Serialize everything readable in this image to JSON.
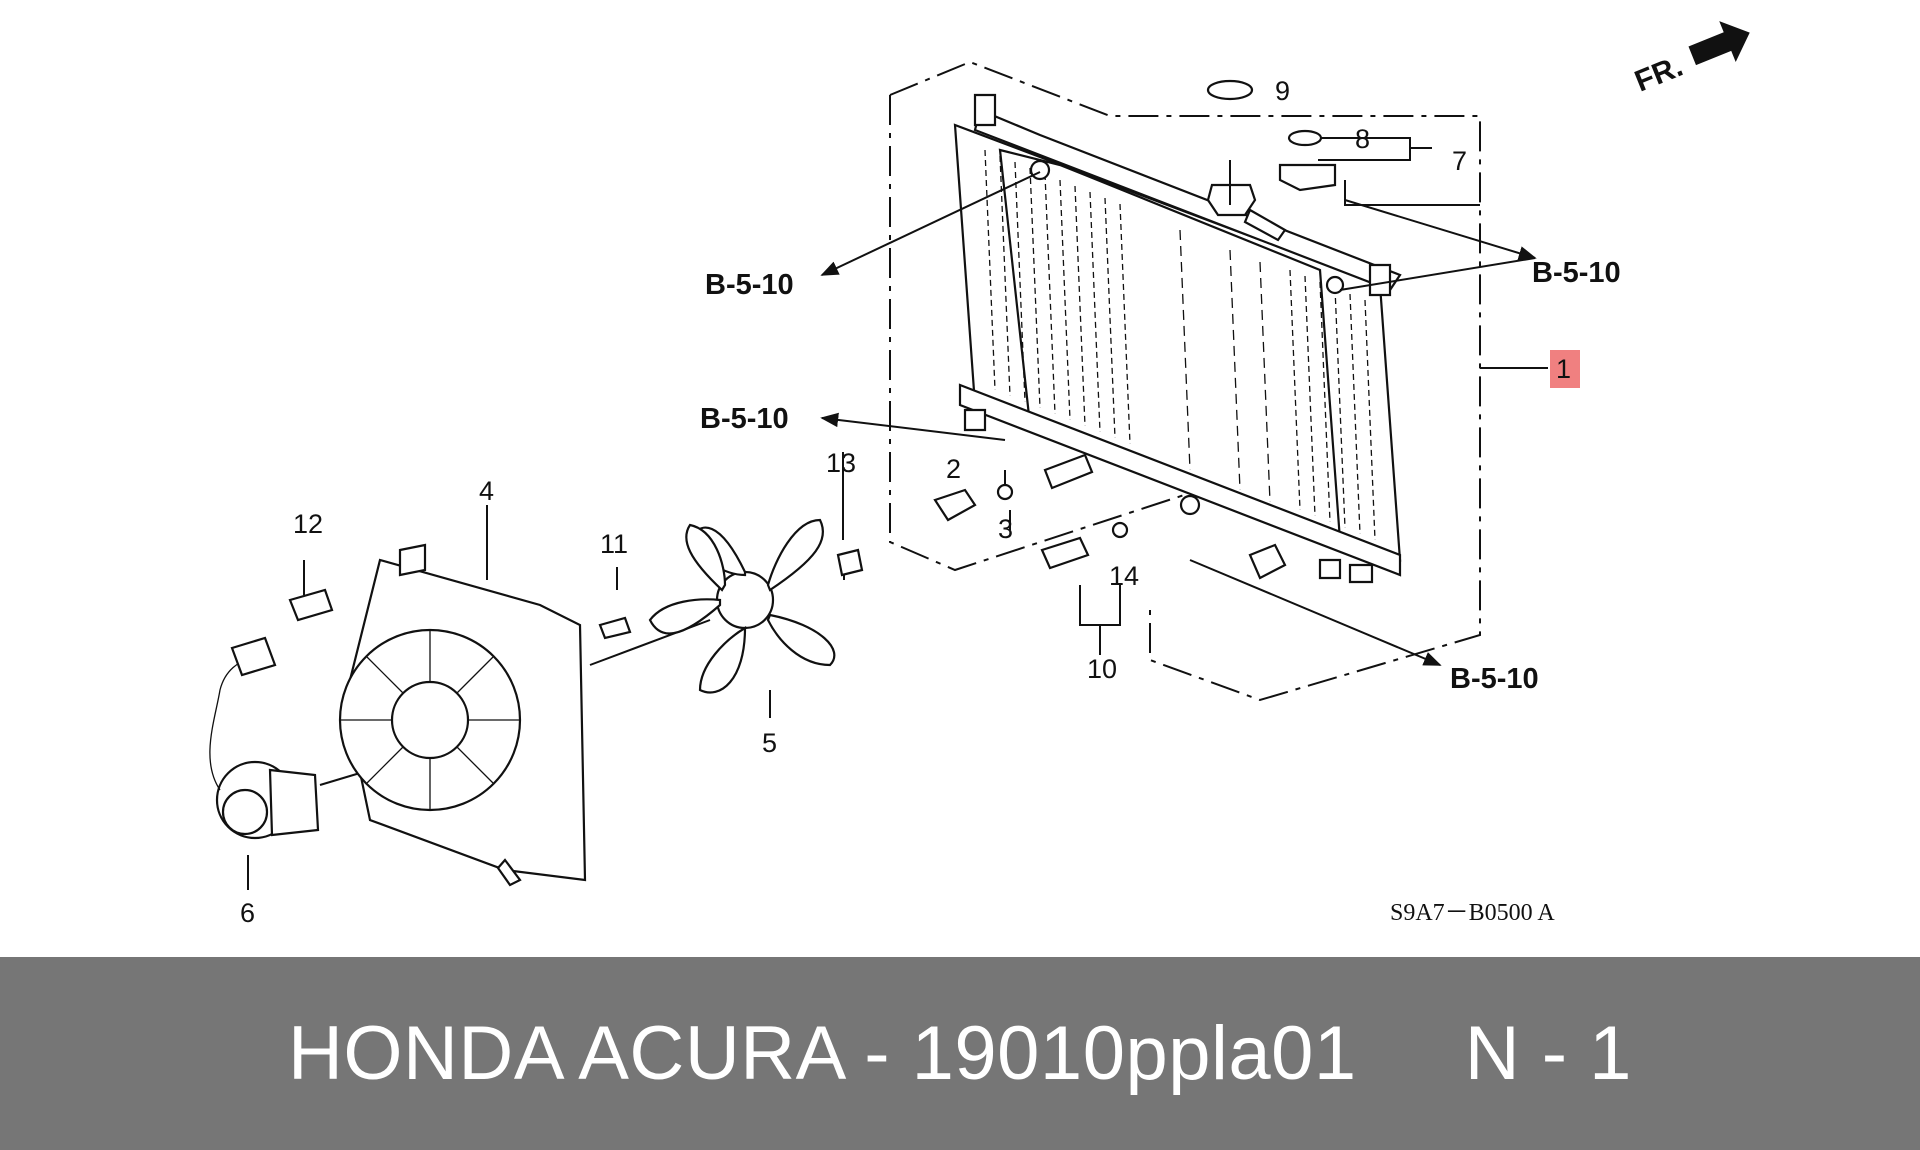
{
  "callouts": {
    "c1": "1",
    "c2": "2",
    "c3": "3",
    "c4": "4",
    "c5": "5",
    "c6": "6",
    "c7": "7",
    "c8": "8",
    "c9": "9",
    "c10": "10",
    "c11": "11",
    "c12": "12",
    "c13": "13",
    "c14": "14"
  },
  "refs": {
    "r1": "B-5-10",
    "r2": "B-5-10",
    "r3": "B-5-10",
    "r4": "B-5-10"
  },
  "direction_label": "FR.",
  "diagram_code": "S9A7－B0500 A",
  "highlight_color": "#f08080",
  "footer": {
    "text": "HONDA ACURA - 19010ppla01     N - 1",
    "background": "#767676"
  }
}
